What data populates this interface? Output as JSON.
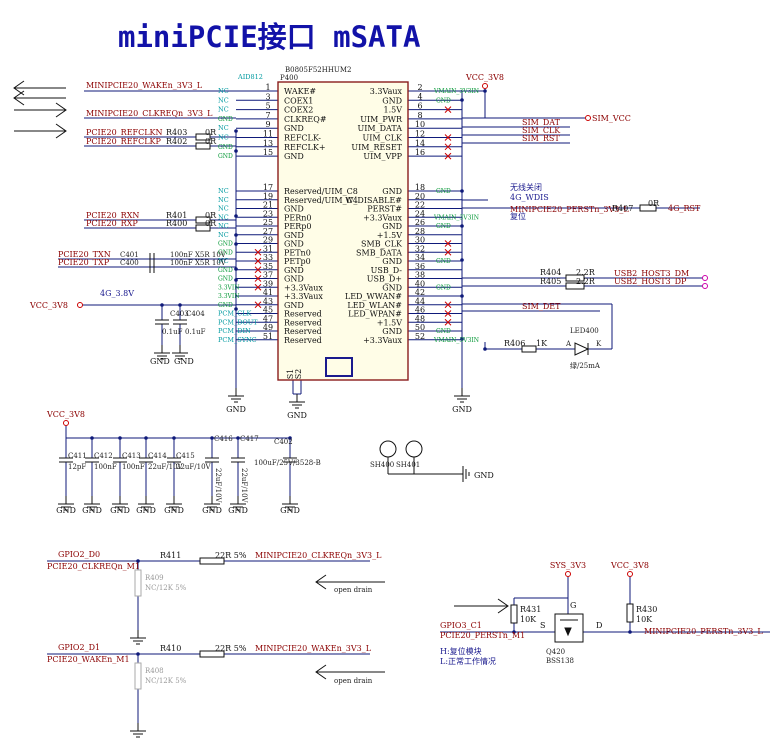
{
  "title": "miniPCIE接口 mSATA",
  "chip": {
    "part": "B0805F52HHUM2",
    "ref": "P400",
    "left_pins": [
      {
        "num": "1",
        "name": "WAKE#"
      },
      {
        "num": "3",
        "name": "COEX1"
      },
      {
        "num": "5",
        "name": "COEX2"
      },
      {
        "num": "7",
        "name": "CLKREQ#"
      },
      {
        "num": "9",
        "name": "GND"
      },
      {
        "num": "11",
        "name": "REFCLK-"
      },
      {
        "num": "13",
        "name": "REFCLK+"
      },
      {
        "num": "15",
        "name": "GND"
      },
      {
        "num": "17",
        "name": "Reserved/UIM_C8"
      },
      {
        "num": "19",
        "name": "Reserved/UIM_C4"
      },
      {
        "num": "21",
        "name": "GND"
      },
      {
        "num": "23",
        "name": "PERn0"
      },
      {
        "num": "25",
        "name": "PERp0"
      },
      {
        "num": "27",
        "name": "GND"
      },
      {
        "num": "29",
        "name": "GND"
      },
      {
        "num": "31",
        "name": "PETn0"
      },
      {
        "num": "33",
        "name": "PETp0"
      },
      {
        "num": "35",
        "name": "GND"
      },
      {
        "num": "37",
        "name": "GND"
      },
      {
        "num": "39",
        "name": "+3.3Vaux"
      },
      {
        "num": "41",
        "name": "+3.3Vaux"
      },
      {
        "num": "43",
        "name": "GND"
      },
      {
        "num": "45",
        "name": "Reserved"
      },
      {
        "num": "47",
        "name": "Reserved"
      },
      {
        "num": "49",
        "name": "Reserved"
      },
      {
        "num": "51",
        "name": "Reserved"
      }
    ],
    "right_pins": [
      {
        "num": "2",
        "name": "3.3Vaux"
      },
      {
        "num": "4",
        "name": "GND"
      },
      {
        "num": "6",
        "name": "1.5V"
      },
      {
        "num": "8",
        "name": "UIM_PWR"
      },
      {
        "num": "10",
        "name": "UIM_DATA"
      },
      {
        "num": "12",
        "name": "UIM_CLK"
      },
      {
        "num": "14",
        "name": "UIM_RESET"
      },
      {
        "num": "16",
        "name": "UIM_VPP"
      },
      {
        "num": "18",
        "name": "GND"
      },
      {
        "num": "20",
        "name": "W_DISABLE#"
      },
      {
        "num": "22",
        "name": "PERST#"
      },
      {
        "num": "24",
        "name": "+3.3Vaux"
      },
      {
        "num": "26",
        "name": "GND"
      },
      {
        "num": "28",
        "name": "+1.5V"
      },
      {
        "num": "30",
        "name": "SMB_CLK"
      },
      {
        "num": "32",
        "name": "SMB_DATA"
      },
      {
        "num": "34",
        "name": "GND"
      },
      {
        "num": "36",
        "name": "USB_D-"
      },
      {
        "num": "38",
        "name": "USB_D+"
      },
      {
        "num": "40",
        "name": "GND"
      },
      {
        "num": "42",
        "name": "LED_WWAN#"
      },
      {
        "num": "44",
        "name": "LED_WLAN#"
      },
      {
        "num": "46",
        "name": "LED_WPAN#"
      },
      {
        "num": "48",
        "name": "+1.5V"
      },
      {
        "num": "50",
        "name": "GND"
      },
      {
        "num": "52",
        "name": "+3.3Vaux"
      }
    ],
    "bottom_pins": [
      "S1",
      "S2"
    ]
  },
  "nets": {
    "wake": "MINIPCIE20_WAKEn_3V3_L",
    "clkreq": "MINIPCIE20_CLKREQn_3V3_L",
    "refclkn": "PCIE20_REFCLKN",
    "refclkp": "PCIE20_REFCLKP",
    "rxn": "PCIE20_RXN",
    "rxp": "PCIE20_RXP",
    "txn": "PCIE20_TXN",
    "txp": "PCIE20_TXP",
    "vcc": "VCC_3V8",
    "sim_vcc": "SIM_VCC",
    "sim_dat": "SIM_DAT",
    "sim_clk": "SIM_CLK",
    "sim_rst": "SIM_RST",
    "sim_det": "SIM_DET",
    "perst": "MINIPCIE20_PERSTn_3V3_L",
    "dm": "USB2_HOST3_DM",
    "dp": "USB2_HOST3_DP",
    "rst_4g": "4G_RST",
    "sys": "SYS_3V3",
    "gpio_d0": "GPIO2_D0",
    "clkreq_m1": "PCIE20_CLKREQn_M1",
    "gpio_d1": "GPIO2_D1",
    "wake_m1": "PCIE20_WAKEn_M1",
    "gpio_c1": "GPIO3_C1",
    "perst_m1": "PCIE20_PERSTn_M1",
    "v4g": "4G_3.8V",
    "gnd": "GND"
  },
  "labels": {
    "nc": "NC",
    "wdis_cn": "无线关闭",
    "wdis": "4G_WDIS",
    "fuwei": "复位",
    "h_note": "H:复位模块",
    "l_note": "L:正常工作情况",
    "open_drain": "open drain",
    "led_note": "绿/25mA",
    "tag_top": "AID812",
    "diode_a": "A",
    "diode_k": "K",
    "q_g": "G",
    "q_s": "S",
    "q_d": "D"
  },
  "parts": {
    "r403": "R403",
    "r402": "R402",
    "r401": "R401",
    "r400": "R400",
    "r407": "R407",
    "r404": "R404",
    "r405": "R405",
    "r406": "R406",
    "zero_r": "0R",
    "r22": "2.2R",
    "r1k": "1K",
    "c401": "C401",
    "c400": "C400",
    "cap_tx": "100nF X5R 10V",
    "c403": "C403",
    "c404": "C404",
    "c403v": "0.1uF",
    "c404v": "0.1uF",
    "led400": "LED400",
    "c411": "C411",
    "c411v": "12pF",
    "c412": "C412",
    "c412v": "100nF",
    "c413": "C413",
    "c413v": "100nF",
    "c414": "C414",
    "c414v": "22uF/10V",
    "c415": "C415",
    "c415v": "22uF/10V",
    "c416": "C416",
    "c416v": "22uF/10V",
    "c417": "C417",
    "c417v": "22uF/10V",
    "c402": "C402",
    "c402v": "100uF/25V/3528-B",
    "sh400": "SH400",
    "sh401": "SH401",
    "r411": "R411",
    "r410": "R410",
    "r22_5": "22R 5%",
    "r409": "R409",
    "r408": "R408",
    "nc12k": "NC/12K 5%",
    "r431": "R431",
    "r430": "R430",
    "r10k": "10K",
    "q420": "Q420",
    "bss138": "BSS138"
  }
}
